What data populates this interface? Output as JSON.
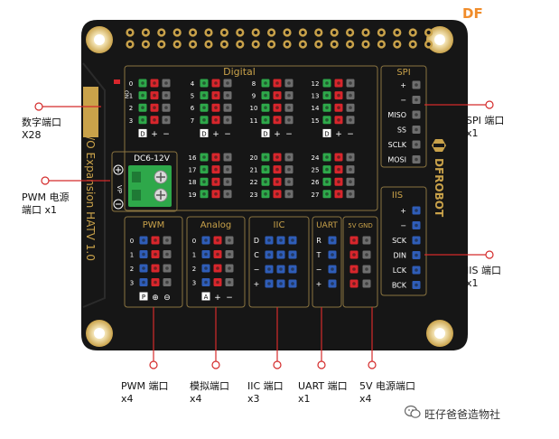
{
  "logo_text": "DF",
  "watermark": "旺仔爸爸造物社",
  "board": {
    "vertical_label": "Gravity I/O Expansion HATV 1.0",
    "brand": "DFROBOT",
    "on_label": "ON",
    "digital": {
      "title": "Digital",
      "groups": [
        {
          "pins": [
            "0",
            "1",
            "2",
            "3"
          ]
        },
        {
          "pins": [
            "4",
            "5",
            "6",
            "7"
          ]
        },
        {
          "pins": [
            "8",
            "9",
            "10",
            "11"
          ]
        },
        {
          "pins": [
            "12",
            "13",
            "14",
            "15"
          ]
        },
        {
          "pins": [
            "16",
            "17",
            "18",
            "19"
          ]
        },
        {
          "pins": [
            "20",
            "21",
            "22",
            "23"
          ]
        },
        {
          "pins": [
            "24",
            "25",
            "26",
            "27"
          ]
        }
      ],
      "footer": [
        "D",
        "+",
        "−"
      ]
    },
    "dc_label": "DC6-12V",
    "vp_label": "VP",
    "pwm": {
      "title": "PWM",
      "pins": [
        "0",
        "1",
        "2",
        "3"
      ],
      "footer": [
        "P",
        "⊕",
        "⊖"
      ]
    },
    "analog": {
      "title": "Analog",
      "pins": [
        "0",
        "1",
        "2",
        "3"
      ],
      "footer": [
        "A",
        "+",
        "−"
      ]
    },
    "iic": {
      "title": "IIC",
      "rows": [
        "D",
        "C",
        "−",
        "+"
      ]
    },
    "uart": {
      "title": "UART",
      "rows": [
        "R",
        "T",
        "−",
        "+"
      ]
    },
    "v5": {
      "title": "5V GND"
    },
    "spi": {
      "title": "SPI",
      "rows": [
        "+",
        "−",
        "MISO",
        "SS",
        "SCLK",
        "MOSI"
      ]
    },
    "iis": {
      "title": "IIS",
      "rows": [
        "+",
        "−",
        "SCK",
        "DIN",
        "LCK",
        "BCK"
      ]
    }
  },
  "annotations": {
    "digital": {
      "line1": "数字端口",
      "line2": "X28"
    },
    "pwm_power": {
      "line1": "PWM 电源",
      "line2": "端口 x1"
    },
    "spi": {
      "line1": "SPI 端口",
      "line2": "x1"
    },
    "iis": {
      "line1": "IIS 端口",
      "line2": "x1"
    },
    "pwm": {
      "line1": "PWM 端口",
      "line2": "x4"
    },
    "analog": {
      "line1": "模拟端口",
      "line2": "x4"
    },
    "iic": {
      "line1": "IIC 端口",
      "line2": "x3"
    },
    "uart": {
      "line1": "UART 端口",
      "line2": "x1"
    },
    "v5": {
      "line1": "5V 电源端口",
      "line2": "x4"
    }
  },
  "colors": {
    "board": "#161616",
    "gold": "#c9a24a",
    "green": "#2ea84a",
    "red": "#d8262c",
    "blue": "#2f5db8",
    "gray": "#6e6e6e",
    "pointer": "#d42a2a"
  }
}
